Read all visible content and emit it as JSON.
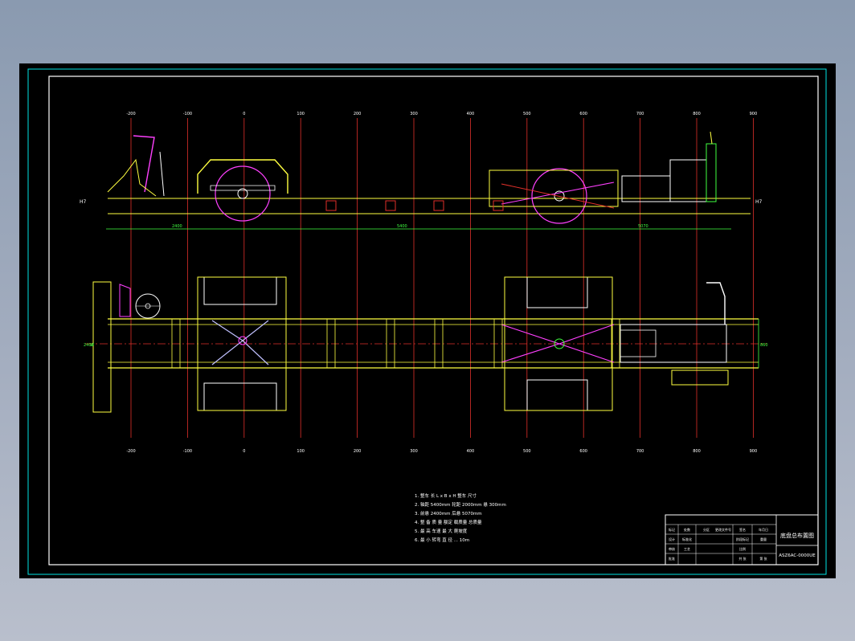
{
  "colors": {
    "background": "#000000",
    "frame": "#00e5e5",
    "border": "#ffffff",
    "axis": "#e0302a",
    "dimension": "#40ff40",
    "frame_rail": "#ffff40",
    "wheel": "#ff40ff",
    "component": "#ffffff",
    "axle": "#c0c0ff"
  },
  "top_stations": [
    "-200",
    "-100",
    "0",
    "100",
    "200",
    "300",
    "400",
    "500",
    "600",
    "700",
    "800",
    "900"
  ],
  "bottom_stations": [
    "-200",
    "-100",
    "0",
    "100",
    "200",
    "300",
    "400",
    "500",
    "600",
    "700",
    "800",
    "900"
  ],
  "side_view": {
    "left_marker": "H7",
    "right_marker": "H7",
    "dims": [
      "2400",
      "5400",
      "5070"
    ]
  },
  "plan_view": {
    "left_width": "2400",
    "left_small": "W",
    "right_width": "860"
  },
  "notes": [
    "1. 整车 长 L x B x H 整车 尺寸",
    "2. 轴距 5400mm 轮距 2000mm 悬 300mm",
    "3. 前悬 2400mm 后悬 5070mm",
    "4. 整 备 质 量 额定 载质量 总质量",
    "5. 最 高 车速 最 大 爬坡度",
    "6. 最 小 转弯 直 径 ... 10m"
  ],
  "title_block": {
    "drawing_title": "底盘总布置图",
    "drawing_number": "ASZ6AC-0000UE",
    "cells": [
      "标记",
      "处数",
      "分区",
      "更改文件号",
      "签名",
      "年月日",
      "设计",
      "标准化",
      "审核",
      "工艺",
      "批准",
      "阶段标记",
      "重量",
      "比例",
      "共 张",
      "第 张"
    ]
  }
}
